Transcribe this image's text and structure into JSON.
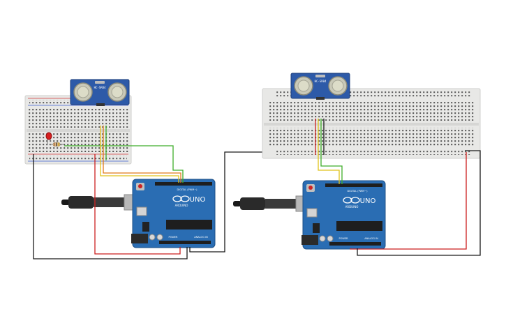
{
  "colors": {
    "board_blue": "#2a6db3",
    "board_dark": "#1d4f86",
    "breadboard": "#e8e8e6",
    "hole": "#4a4a4a",
    "rail_red": "#d23b3b",
    "rail_blue": "#3b5ed2",
    "wire_black": "#1a1a1a",
    "wire_red": "#cc1f1f",
    "wire_green": "#3fae2a",
    "wire_yellow": "#e0c21a",
    "wire_orange": "#e07a1a",
    "led_red": "#d61f1f",
    "sensor_blue": "#2d5aa8",
    "usb_gray": "#b8b8b8"
  },
  "components": {
    "sensor_label": "HC-SR04",
    "arduino_brand": "ARDUINO",
    "arduino_model": "UNO",
    "digital_header": "DIGITAL (PWM~)",
    "power_header": "POWER",
    "analog_header": "ANALOG IN"
  },
  "circuits": [
    {
      "name": "circuit-left",
      "has_led": true
    },
    {
      "name": "circuit-right",
      "has_led": false
    }
  ]
}
